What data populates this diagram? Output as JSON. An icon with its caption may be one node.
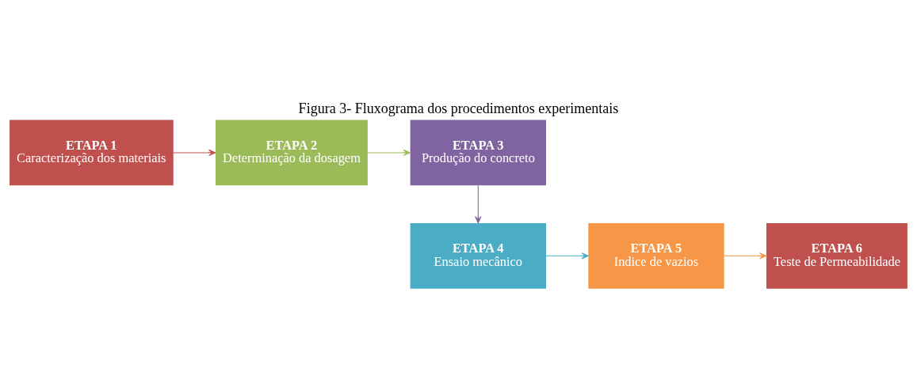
{
  "diagram": {
    "title": "Figura 3- Fluxograma dos procedimentos experimentais",
    "nodes": [
      {
        "text": [
          "ETAPA 1",
          "Caracterização dos materiais"
        ]
      },
      {
        "text": [
          "ETAPA 2",
          "Determinação da dosagem"
        ]
      },
      {
        "text": [
          "ETAPA 3",
          "Produção do concreto"
        ]
      },
      {
        "text": [
          "ETAPA 4",
          "Ensaio mecânico"
        ]
      },
      {
        "text": [
          "ETAPA 5",
          "Indice de vazios"
        ]
      },
      {
        "text": [
          "ETAPA 6",
          "Teste de Permeabilidade"
        ]
      }
    ],
    "edges": [
      {
        "from": 0,
        "to": 1,
        "arrow": "to",
        "color": "#c0504d"
      },
      {
        "from": 1,
        "to": 2,
        "arrow": "to",
        "color": "#9bbb59"
      },
      {
        "from": 2,
        "to": 3,
        "arrow": "to",
        "color": "#8064a2"
      },
      {
        "from": 3,
        "to": 4,
        "arrow": "to",
        "color": "#4bacc6"
      },
      {
        "from": 4,
        "to": 5,
        "arrow": "to",
        "color": "#f79646"
      }
    ]
  }
}
